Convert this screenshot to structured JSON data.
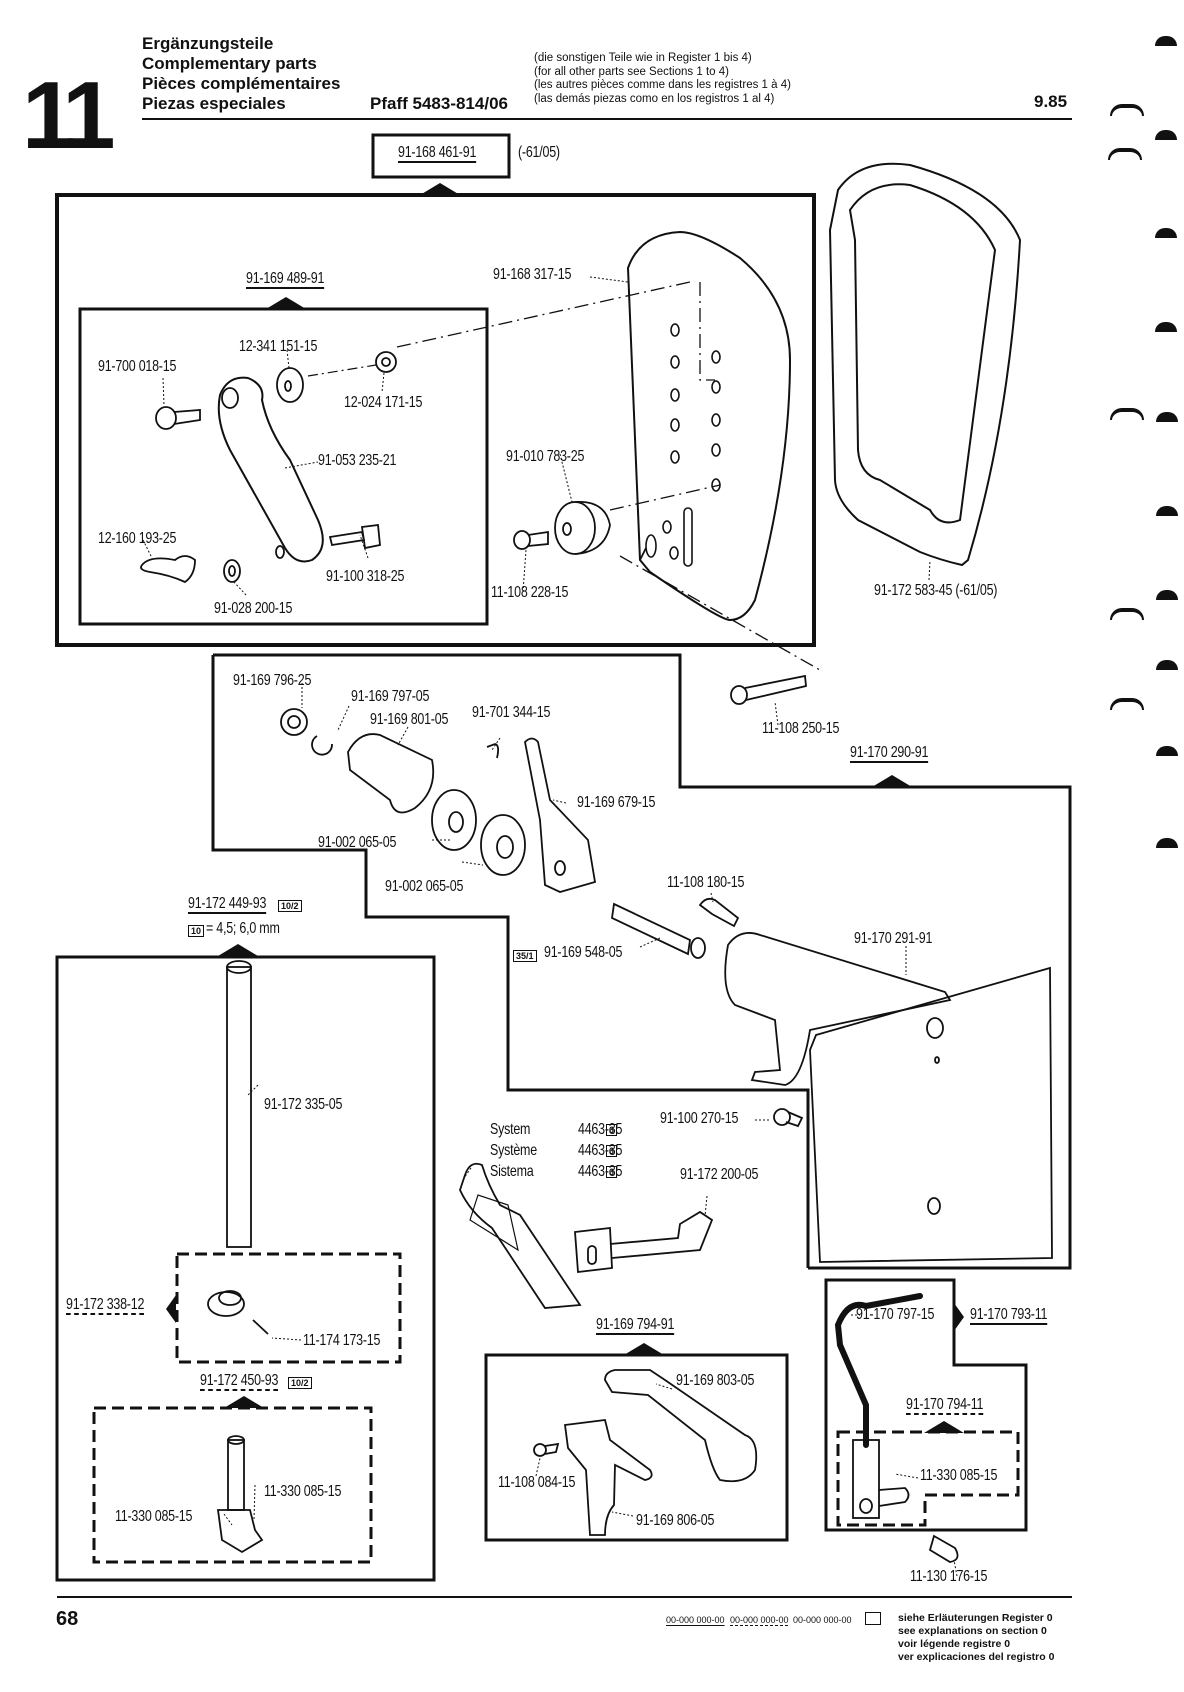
{
  "header": {
    "section_number": "11",
    "titles": [
      "Ergänzungsteile",
      "Complementary parts",
      "Pièces complémentaires",
      "Piezas especiales"
    ],
    "model": "Pfaff 5483-814/06",
    "notes": [
      "(die sonstigen Teile wie in Register 1 bis 4)",
      "(for all other parts see Sections 1 to 4)",
      "(les autres pièces comme dans les registres 1 à 4)",
      "(las demás piezas como en los registros 1 al 4)"
    ],
    "date": "9.85"
  },
  "assemblies": {
    "main": {
      "part": "91-168 461-91",
      "suffix": "(-61/05)"
    },
    "lever_assy": {
      "part": "91-169 489-91"
    },
    "guard_assy": {
      "part": "91-170 290-91"
    },
    "bar_assy": {
      "part": "91-172 449-93",
      "tag": "10/2",
      "size_tag": "10",
      "size_note": "= 4,5; 6,0 mm"
    },
    "clamp_assy": {
      "part": "91-172 338-12"
    },
    "foot_assy": {
      "part": "91-172 450-93",
      "tag": "10/2"
    },
    "bracket_assy": {
      "part": "91-169 794-91"
    },
    "wire_assy": {
      "part": "91-170 793-11"
    },
    "block_assy": {
      "part": "91-170 794-11"
    }
  },
  "labels": {
    "p1": "91-700 018-15",
    "p2": "12-341 151-15",
    "p3": "12-024 171-15",
    "p4": "91-053 235-21",
    "p5": "12-160 193-25",
    "p6": "91-100 318-25",
    "p7": "91-028 200-15",
    "p8": "91-168 317-15",
    "p9": "91-010 783-25",
    "p10": "11-108 228-15",
    "p11": "91-172 583-45 (-61/05)",
    "p12": "11-108 250-15",
    "p13": "91-169 796-25",
    "p14": "91-169 797-05",
    "p15": "91-169 801-05",
    "p16": "91-701 344-15",
    "p17": "91-169 679-15",
    "p18": "91-002 065-05",
    "p19": "91-002 065-05",
    "p20": "11-108 180-15",
    "p21_tag": "35/1",
    "p21": "91-169 548-05",
    "p22": "91-170 291-91",
    "p23": "91-172 335-05",
    "p24": "91-100 270-15",
    "p25": "91-172 200-05",
    "p26": "11-174 173-15",
    "p27": "11-330 085-15",
    "p28": "11-330 085-15",
    "p29": "91-169 803-05",
    "p30": "11-108 084-15",
    "p31": "91-169 806-05",
    "p32": "91-170 797-15",
    "p33": "11-330 085-15",
    "p34": "11-130 176-15"
  },
  "system": {
    "rows": [
      {
        "word": "System",
        "code": "4463-35",
        "tag": "6"
      },
      {
        "word": "Système",
        "code": "4463-35",
        "tag": "6"
      },
      {
        "word": "Sistema",
        "code": "4463-35",
        "tag": "6"
      }
    ]
  },
  "footer": {
    "page_number": "68",
    "legend_codes": [
      "00-000 000-00",
      "00-000 000-00",
      "00-000 000-00"
    ],
    "legend_lines": [
      "siehe Erläuterungen Register 0",
      "see explanations on section 0",
      "voir légende registre 0",
      "ver explicaciones del registro 0"
    ]
  }
}
